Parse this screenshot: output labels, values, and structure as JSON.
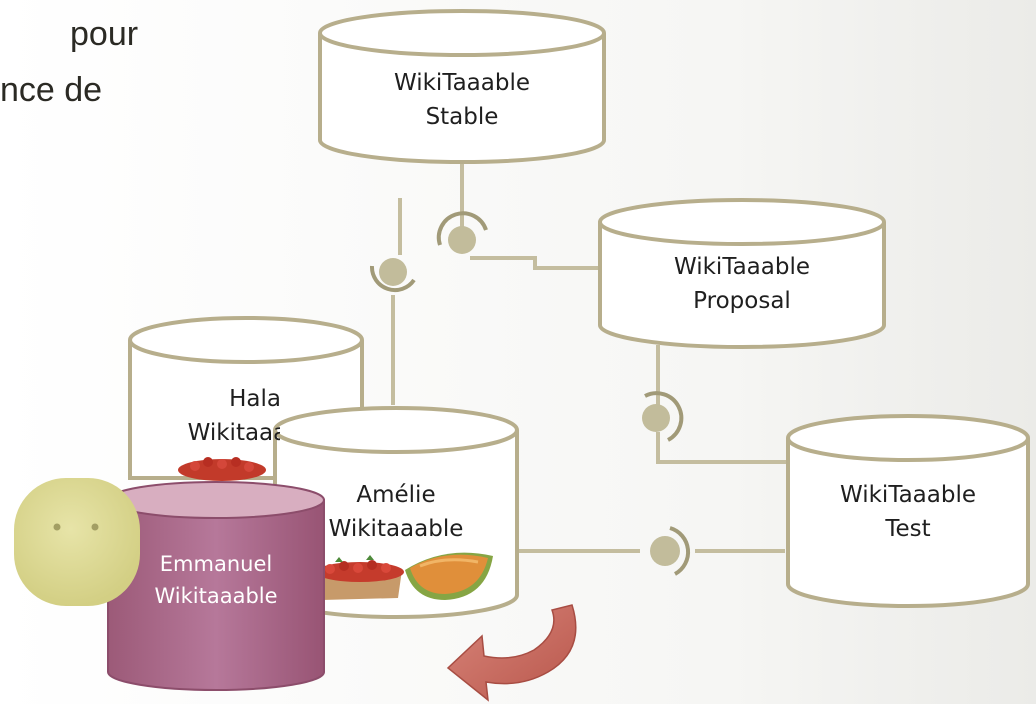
{
  "background_text": {
    "line1": "pour",
    "line2": "nce de"
  },
  "nodes": {
    "stable": {
      "line1": "WikiTaaable",
      "line2": "Stable"
    },
    "proposal": {
      "line1": "WikiTaaable",
      "line2": "Proposal"
    },
    "test": {
      "line1": "WikiTaaable",
      "line2": "Test"
    },
    "hala": {
      "line1": "Hala",
      "line2": "Wikitaaable"
    },
    "amelie": {
      "line1": "Amélie",
      "line2": "Wikitaaable"
    },
    "emmanuel": {
      "line1": "Emmanuel",
      "line2": "Wikitaaable"
    }
  },
  "colors": {
    "cylinder_stroke": "#b7ae8c",
    "connector": "#c4bd9f",
    "node_circle": "#c2bc9b",
    "emmanuel_fill": "#b0708d",
    "emmanuel_top": "#d8aec0",
    "face": "#dedb95",
    "arrow": "#c96a5e"
  }
}
